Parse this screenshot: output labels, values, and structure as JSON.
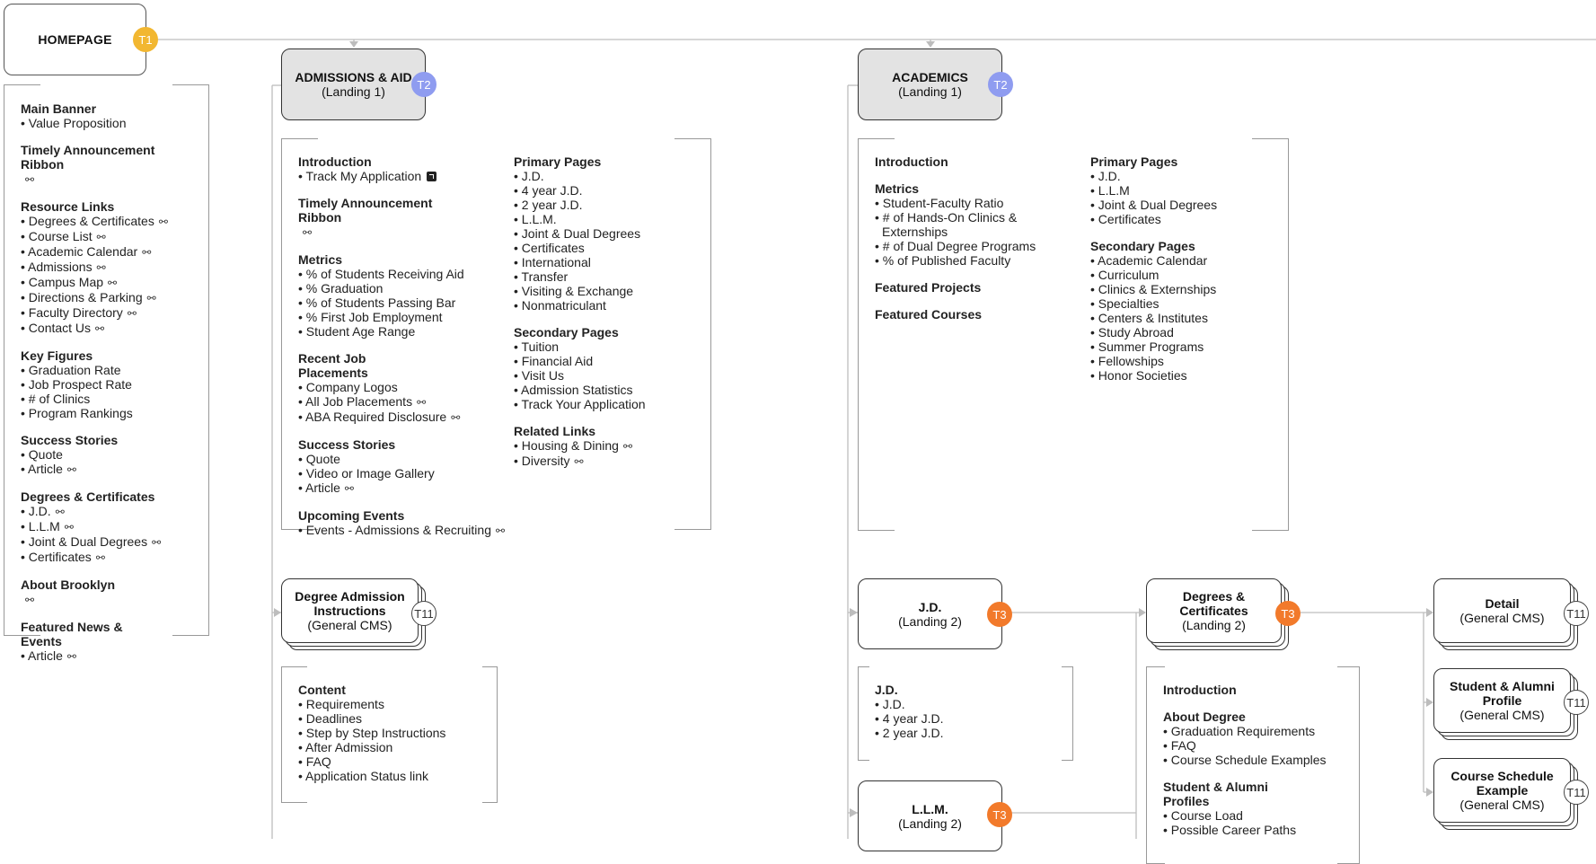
{
  "nodes": {
    "homepage": {
      "title": "HOMEPAGE",
      "badge": "T1"
    },
    "admissions": {
      "title": "ADMISSIONS & AID",
      "subtitle": "(Landing 1)",
      "badge": "T2"
    },
    "academics": {
      "title": "ACADEMICS",
      "subtitle": "(Landing 1)",
      "badge": "T2"
    },
    "degree_admission": {
      "title": "Degree Admission Instructions",
      "subtitle": "(General CMS)",
      "badge": "T11"
    },
    "jd": {
      "title": "J.D.",
      "subtitle": "(Landing 2)",
      "badge": "T3"
    },
    "llm": {
      "title": "L.L.M.",
      "subtitle": "(Landing 2)",
      "badge": "T3"
    },
    "degrees_certs": {
      "title": "Degrees & Certificates",
      "subtitle": "(Landing 2)",
      "badge": "T3"
    },
    "detail": {
      "title": "Detail",
      "subtitle": "(General CMS)",
      "badge": "T11"
    },
    "student_profile": {
      "title": "Student & Alumni Profile",
      "subtitle": "(General CMS)",
      "badge": "T11"
    },
    "course_schedule": {
      "title": "Course Schedule Example",
      "subtitle": "(General CMS)",
      "badge": "T11"
    }
  },
  "homepage_panel": [
    {
      "heading": "Main Banner",
      "items": [
        {
          "text": "• Value Proposition"
        }
      ]
    },
    {
      "heading": "Timely Announcement Ribbon",
      "heading_link": true,
      "items": []
    },
    {
      "heading": "Resource Links",
      "items": [
        {
          "text": "• Degrees & Certificates",
          "link": true
        },
        {
          "text": "• Course List",
          "link": true
        },
        {
          "text": "• Academic Calendar",
          "link": true
        },
        {
          "text": "• Admissions",
          "link": true
        },
        {
          "text": "• Campus Map",
          "link": true
        },
        {
          "text": "• Directions & Parking",
          "link": true
        },
        {
          "text": "• Faculty Directory",
          "link": true
        },
        {
          "text": "• Contact Us",
          "link": true
        }
      ]
    },
    {
      "heading": "Key Figures",
      "items": [
        {
          "text": "• Graduation Rate"
        },
        {
          "text": "• Job Prospect Rate"
        },
        {
          "text": "• # of Clinics"
        },
        {
          "text": "• Program Rankings"
        }
      ]
    },
    {
      "heading": "Success Stories",
      "items": [
        {
          "text": "• Quote"
        },
        {
          "text": "• Article",
          "link": true
        }
      ]
    },
    {
      "heading": "Degrees & Certificates",
      "items": [
        {
          "text": "• J.D.",
          "link": true
        },
        {
          "text": "• L.L.M",
          "link": true
        },
        {
          "text": "• Joint & Dual Degrees",
          "link": true
        },
        {
          "text": "• Certificates",
          "link": true
        }
      ]
    },
    {
      "heading": "About Brooklyn",
      "heading_link": true,
      "items": []
    },
    {
      "heading": "Featured News & Events",
      "items": [
        {
          "text": "• Article",
          "link": true
        }
      ]
    }
  ],
  "admissions_panel": {
    "left": [
      {
        "heading": "Introduction",
        "items": [
          {
            "text": "• Track My Application",
            "ext": true
          }
        ]
      },
      {
        "heading": "Timely Announcement Ribbon",
        "heading_link": true,
        "items": []
      },
      {
        "heading": "Metrics",
        "items": [
          {
            "text": "• % of Students Receiving Aid"
          },
          {
            "text": "• % Graduation"
          },
          {
            "text": "• % of Students Passing Bar"
          },
          {
            "text": "• % First Job Employment"
          },
          {
            "text": "• Student Age Range"
          }
        ]
      },
      {
        "heading": "Recent Job Placements",
        "items": [
          {
            "text": "• Company Logos"
          },
          {
            "text": "• All Job Placements",
            "link": true
          },
          {
            "text": "• ABA Required Disclosure",
            "link": true
          }
        ]
      },
      {
        "heading": "Success Stories",
        "items": [
          {
            "text": "• Quote"
          },
          {
            "text": "• Video or Image Gallery"
          },
          {
            "text": "• Article",
            "link": true
          }
        ]
      },
      {
        "heading": "Upcoming Events",
        "items": [
          {
            "text": "• Events - Admissions & Recruiting",
            "link": true
          }
        ]
      }
    ],
    "right": [
      {
        "heading": "Primary Pages",
        "items": [
          {
            "text": "• J.D."
          },
          {
            "text": "• 4 year J.D."
          },
          {
            "text": "• 2 year J.D."
          },
          {
            "text": "• L.L.M."
          },
          {
            "text": "• Joint & Dual Degrees"
          },
          {
            "text": "• Certificates"
          },
          {
            "text": "• International"
          },
          {
            "text": "• Transfer"
          },
          {
            "text": "• Visiting & Exchange"
          },
          {
            "text": "• Nonmatriculant"
          }
        ]
      },
      {
        "heading": "Secondary Pages",
        "items": [
          {
            "text": "• Tuition"
          },
          {
            "text": "• Financial Aid"
          },
          {
            "text": "• Visit Us"
          },
          {
            "text": "• Admission Statistics"
          },
          {
            "text": "• Track Your Application"
          }
        ]
      },
      {
        "heading": "Related Links",
        "items": [
          {
            "text": "• Housing & Dining",
            "link": true
          },
          {
            "text": "• Diversity",
            "link": true
          }
        ]
      }
    ]
  },
  "academics_panel": {
    "left": [
      {
        "heading": "Introduction",
        "items": []
      },
      {
        "heading": "Metrics",
        "items": [
          {
            "text": "• Student-Faculty Ratio"
          },
          {
            "text": "• # of Hands-On Clinics &"
          },
          {
            "text": "  Externships"
          },
          {
            "text": "• # of Dual Degree Programs"
          },
          {
            "text": "• % of Published Faculty"
          }
        ]
      },
      {
        "heading": "Featured Projects",
        "items": []
      },
      {
        "heading": "Featured Courses",
        "items": []
      }
    ],
    "right": [
      {
        "heading": "Primary Pages",
        "items": [
          {
            "text": "• J.D."
          },
          {
            "text": "• L.L.M"
          },
          {
            "text": "• Joint & Dual Degrees"
          },
          {
            "text": "• Certificates"
          }
        ]
      },
      {
        "heading": "Secondary Pages",
        "items": [
          {
            "text": "• Academic Calendar"
          },
          {
            "text": "• Curriculum"
          },
          {
            "text": "• Clinics & Externships"
          },
          {
            "text": "• Specialties"
          },
          {
            "text": "• Centers & Institutes"
          },
          {
            "text": "• Study Abroad"
          },
          {
            "text": "• Summer Programs"
          },
          {
            "text": "• Fellowships"
          },
          {
            "text": "• Honor Societies"
          }
        ]
      }
    ]
  },
  "degree_admission_panel": [
    {
      "heading": "Content",
      "items": [
        {
          "text": "• Requirements"
        },
        {
          "text": "• Deadlines"
        },
        {
          "text": "• Step by Step Instructions"
        },
        {
          "text": "• After Admission"
        },
        {
          "text": "• FAQ"
        },
        {
          "text": "• Application Status link"
        }
      ]
    }
  ],
  "jd_panel": [
    {
      "heading": "J.D.",
      "items": [
        {
          "text": "• J.D."
        },
        {
          "text": "• 4 year J.D."
        },
        {
          "text": "• 2 year J.D."
        }
      ]
    }
  ],
  "degrees_panel": [
    {
      "heading": "Introduction",
      "items": []
    },
    {
      "heading": "About Degree",
      "items": [
        {
          "text": "• Graduation Requirements"
        },
        {
          "text": "• FAQ"
        },
        {
          "text": "• Course Schedule Examples"
        }
      ]
    },
    {
      "heading": "Student & Alumni Profiles",
      "items": [
        {
          "text": "• Course Load"
        },
        {
          "text": "• Possible Career Paths"
        }
      ]
    }
  ],
  "colors": {
    "t1": "#f2b731",
    "t2": "#8f9cf0",
    "t3": "#f27a2b",
    "t11": "#ffffff",
    "landing1_fill": "#e3e3e3"
  }
}
